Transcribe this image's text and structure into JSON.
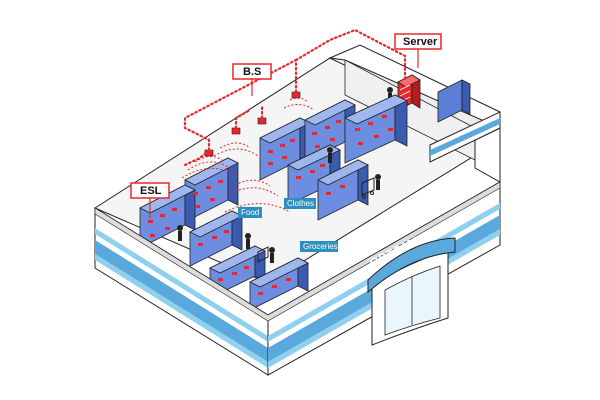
{
  "callouts": {
    "server": "Server",
    "base_station": "B.S",
    "esl": "ESL"
  },
  "section_tags": {
    "food": "Food",
    "clothes": "Clothes",
    "groceries": "Groceries"
  },
  "brand": {
    "store_sign": "OPTOMART"
  },
  "colors": {
    "signal_red": "#e8262b",
    "wall_blue": "#5aa9dc",
    "wall_stripe": "#8fd0ee",
    "shelf_blue": "#5b7fd6",
    "shelf_dark": "#3a5bb0",
    "tag_teal": "#2d8fbf",
    "floor": "#f4f4f4"
  }
}
